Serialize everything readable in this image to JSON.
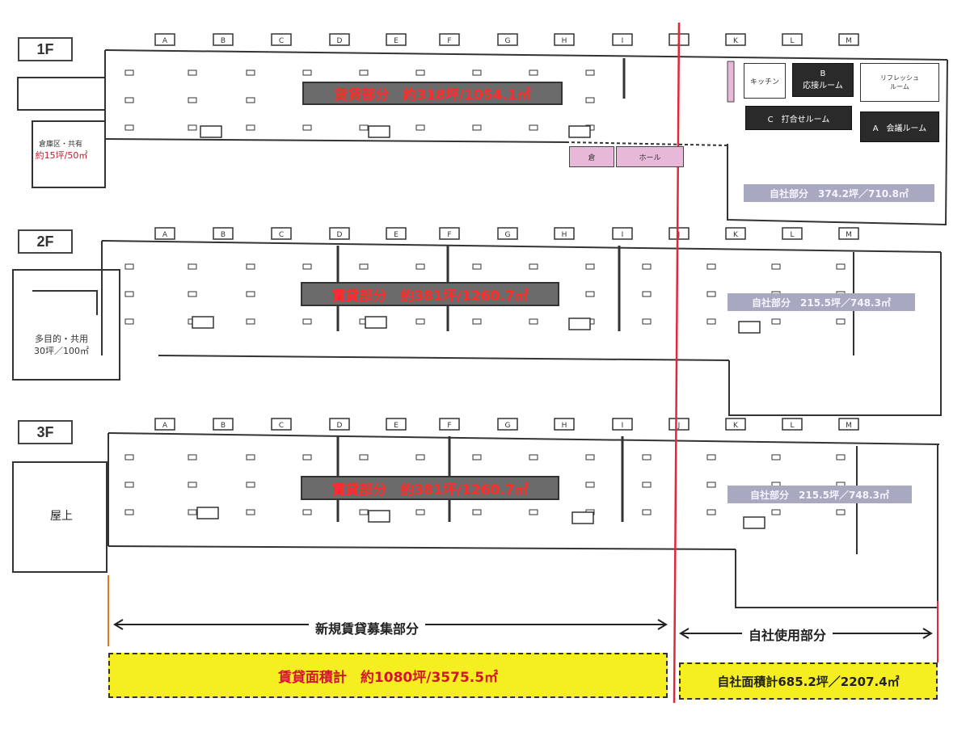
{
  "floors": {
    "f1": {
      "label": "1F",
      "grid": [
        "A",
        "B",
        "C",
        "D",
        "E",
        "F",
        "G",
        "H",
        "I",
        "J",
        "K",
        "L",
        "M"
      ],
      "rental_area": "賃貸部分　約318坪/1054.1㎡",
      "own_area": "自社部分　374.2坪／710.8㎡",
      "side_room": "倉庫区・共有",
      "side_area": "約15坪/50㎡",
      "rooms": {
        "b_room": "B\n応接ルーム",
        "c_room": "C　打合せルーム",
        "a_room": "A　会議ルーム",
        "kitchen": "キッチン",
        "lounge": "リフレッシュ\nルーム",
        "pink1": "倉",
        "pink2": "ホール"
      }
    },
    "f2": {
      "label": "2F",
      "grid": [
        "A",
        "B",
        "C",
        "D",
        "E",
        "F",
        "G",
        "H",
        "I",
        "J",
        "K",
        "L",
        "M"
      ],
      "rental_area": "賃貸部分　約381坪/1260.7㎡",
      "own_area": "自社部分　215.5坪／748.3㎡",
      "side_room": "多目的・共用",
      "side_area": "30坪／100㎡"
    },
    "f3": {
      "label": "3F",
      "grid": [
        "A",
        "B",
        "C",
        "D",
        "E",
        "F",
        "G",
        "H",
        "I",
        "J",
        "K",
        "L",
        "M"
      ],
      "rental_area": "賃貸部分　約381坪/1260.7㎡",
      "own_area": "自社部分　215.5坪／748.3㎡",
      "roof": "屋上"
    }
  },
  "summary": {
    "new_rental_label": "新規賃貸募集部分",
    "own_use_label": "自社使用部分",
    "rental_total": "賃貸面積計　約1080坪/3575.5㎡",
    "own_total": "自社面積計685.2坪／2207.4㎡"
  },
  "colors": {
    "divider": "#e0283a",
    "rental_label_bg": "#6b6b6b",
    "rental_label_text": "#ff2a2a",
    "own_label_bg": "#a8a8c0",
    "summary_bg": "#f5ee20",
    "room_pink": "#e8b8d8"
  }
}
